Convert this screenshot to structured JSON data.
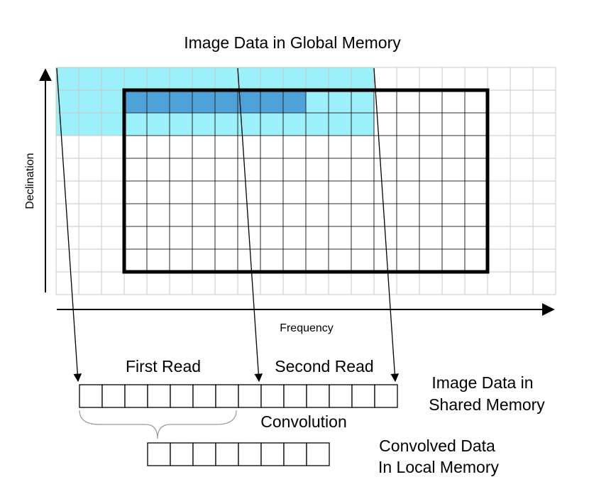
{
  "title": "Image Data in Global Memory",
  "axes": {
    "y_label": "Declination",
    "x_label": "Frequency"
  },
  "reads": {
    "first": "First Read",
    "second": "Second Read"
  },
  "shared_memory_label_line1": "Image Data in",
  "shared_memory_label_line2": "Shared Memory",
  "convolution_label": "Convolution",
  "local_memory_label_line1": "Convolved Data",
  "local_memory_label_line2": "In Local Memory",
  "grid": {
    "columns": 22,
    "rows": 10
  },
  "shared_memory_cells": 14,
  "local_memory_cells": 8,
  "colors": {
    "light_highlight": "#9cf0fa",
    "dark_highlight": "#4da3d8",
    "grid_line": "#c8c8c8",
    "inner_grid_line": "#000000",
    "frame": "#000000"
  }
}
